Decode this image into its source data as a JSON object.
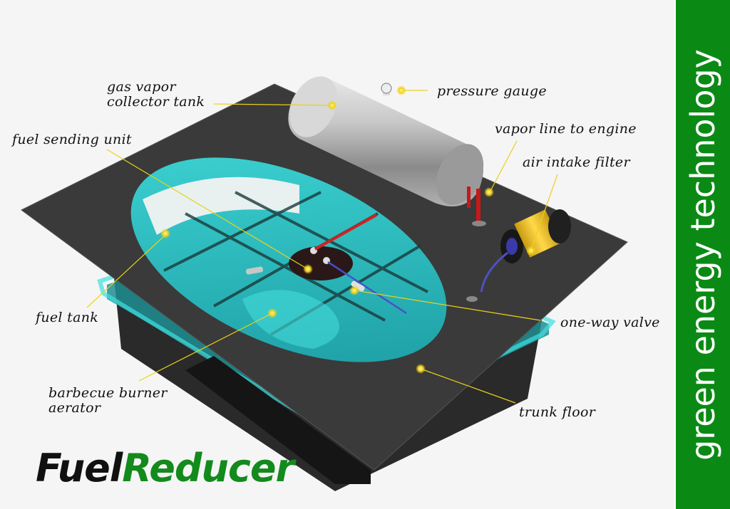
{
  "sidebar": {
    "tagline": "green energy technology",
    "background": "#0a8a14"
  },
  "logo": {
    "part1": "Fuel",
    "part2": "Reducer",
    "color1": "#111111",
    "color2": "#138a1c"
  },
  "callouts": [
    {
      "id": "gas-vapor-collector-tank",
      "line1": "gas vapor",
      "line2": "collector tank"
    },
    {
      "id": "pressure-gauge",
      "line1": "pressure gauge"
    },
    {
      "id": "fuel-sending-unit",
      "line1": "fuel sending unit"
    },
    {
      "id": "vapor-line-to-engine",
      "line1": "vapor line to engine"
    },
    {
      "id": "air-intake-filter",
      "line1": "air intake filter"
    },
    {
      "id": "fuel-tank",
      "line1": "fuel tank"
    },
    {
      "id": "one-way-valve",
      "line1": "one-way valve"
    },
    {
      "id": "barbecue-burner-aerator",
      "line1": "barbecue burner",
      "line2": "aerator"
    },
    {
      "id": "trunk-floor",
      "line1": "trunk floor"
    }
  ],
  "colors": {
    "leader_line": "#e8d21a",
    "tank_fluid": "#2bc4c4",
    "trunk_floor": "#3a3a3a",
    "vapor_line": "#d42020",
    "filter": "#f0c020"
  }
}
